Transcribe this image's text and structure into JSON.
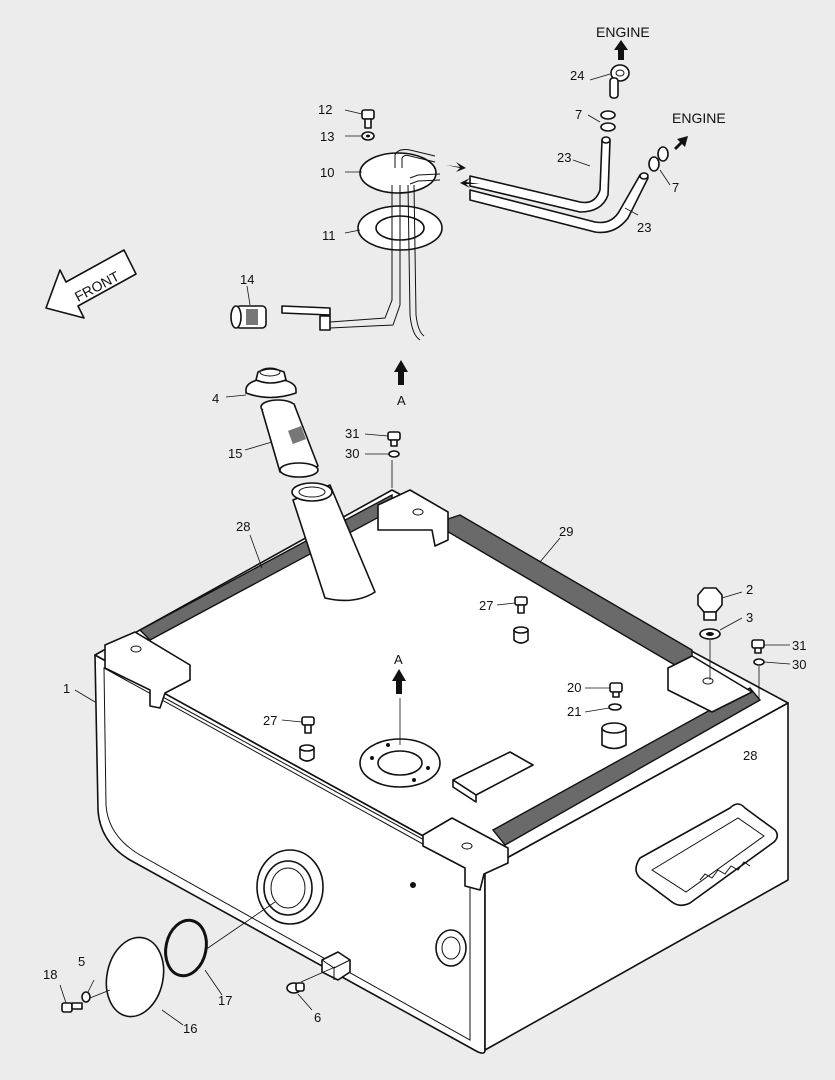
{
  "labels": {
    "engine_top": "ENGINE",
    "engine_right": "ENGINE",
    "front": "FRONT",
    "view_a_top": "A",
    "view_a_tank": "A",
    "p1": "1",
    "p2": "2",
    "p3": "3",
    "p4": "4",
    "p5": "5",
    "p6": "6",
    "p7a": "7",
    "p7b": "7",
    "p10": "10",
    "p11": "11",
    "p12": "12",
    "p13": "13",
    "p14": "14",
    "p15": "15",
    "p16": "16",
    "p17": "17",
    "p18": "18",
    "p20": "20",
    "p21": "21",
    "p23a": "23",
    "p23b": "23",
    "p24": "24",
    "p27a": "27",
    "p27b": "27",
    "p28a": "28",
    "p28b": "28",
    "p29": "29",
    "p30a": "30",
    "p30b": "30",
    "p31a": "31",
    "p31b": "31"
  },
  "colors": {
    "background": "#ececec",
    "line": "#111111",
    "foam_strip": "#6a6a6a"
  }
}
